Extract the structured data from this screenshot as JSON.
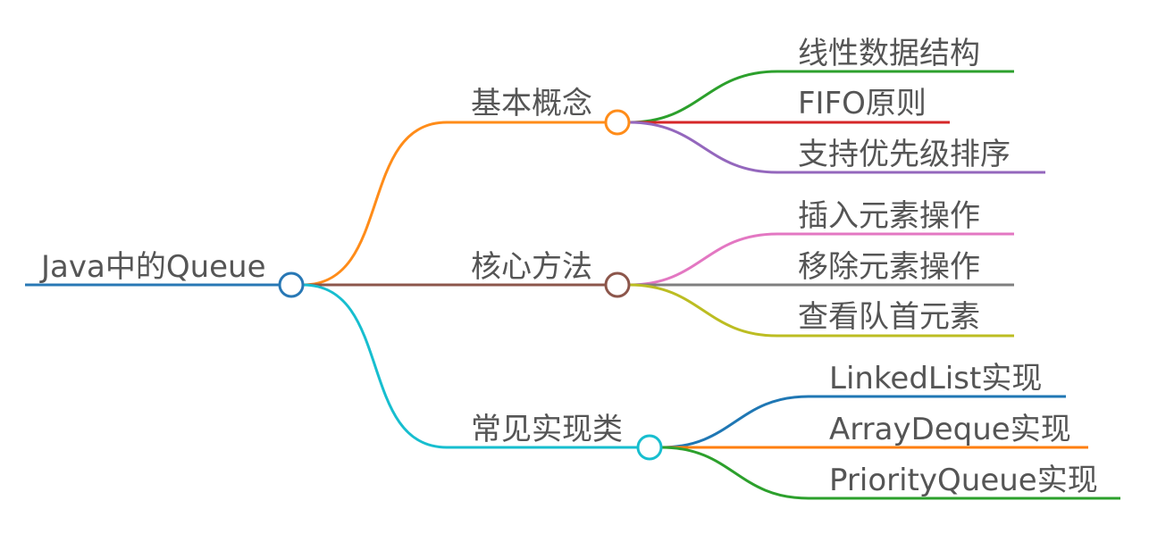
{
  "root": {
    "label": "Java中的Queue",
    "color": "#2878b5"
  },
  "branches": [
    {
      "label": "基本概念",
      "color": "#ff8c19",
      "children": [
        {
          "label": "线性数据结构",
          "color": "#2ca02c"
        },
        {
          "label": "FIFO原则",
          "color": "#d62728"
        },
        {
          "label": "支持优先级排序",
          "color": "#9467bd"
        }
      ]
    },
    {
      "label": "核心方法",
      "color": "#8c564b",
      "children": [
        {
          "label": "插入元素操作",
          "color": "#e377c2"
        },
        {
          "label": "移除元素操作",
          "color": "#7f7f7f"
        },
        {
          "label": "查看队首元素",
          "color": "#bcbd22"
        }
      ]
    },
    {
      "label": "常见实现类",
      "color": "#17becf",
      "children": [
        {
          "label": "LinkedList实现",
          "color": "#1f77b4"
        },
        {
          "label": "ArrayDeque实现",
          "color": "#ff7f0e"
        },
        {
          "label": "PriorityQueue实现",
          "color": "#2ca02c"
        }
      ]
    }
  ]
}
